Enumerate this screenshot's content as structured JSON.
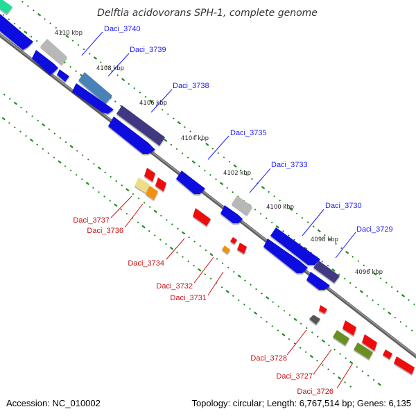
{
  "title": "Delftia acidovorans SPH-1, complete genome",
  "footer": {
    "accession": "Accession: NC_010002",
    "topology": "Topology: circular; Length: 6,767,514 bp; Genes: 6,135"
  },
  "ruler": [
    "4110 kbp",
    "4108 kbp",
    "4106 kbp",
    "4104 kbp",
    "4102 kbp",
    "4100 kbp",
    "4098 kbp",
    "4096 kbp"
  ],
  "labels": {
    "forward": [
      "Daci_3740",
      "Daci_3739",
      "Daci_3738",
      "Daci_3735",
      "Daci_3733",
      "Daci_3730",
      "Daci_3729"
    ],
    "reverse": [
      "Daci_3737",
      "Daci_3736",
      "Daci_3734",
      "Daci_3732",
      "Daci_3731",
      "Daci_3728",
      "Daci_3727",
      "Daci_3726"
    ]
  },
  "colors": {
    "forward_label": "#1a1aff",
    "reverse_label": "#cc1111",
    "backbone": "#7a7a7a",
    "tick": "#1e8a1e",
    "cds_blue": "#1010e0",
    "cds_red": "#ee1111"
  }
}
